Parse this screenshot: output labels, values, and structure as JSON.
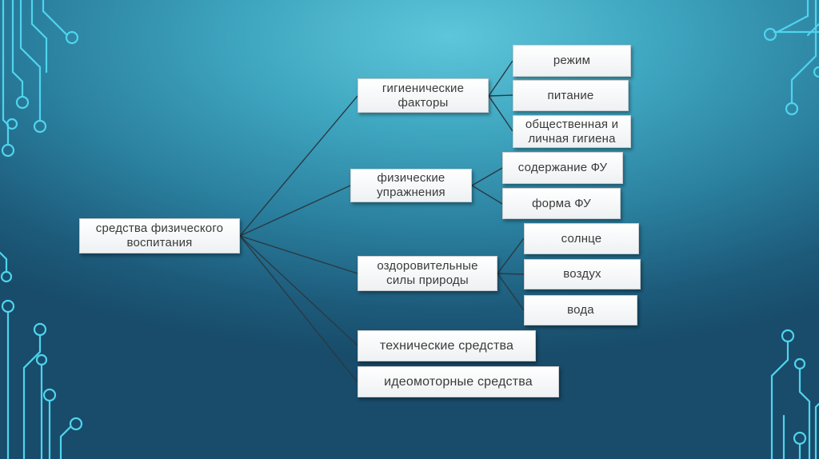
{
  "diagram": {
    "root": {
      "label": "средства физического\nвоспитания"
    },
    "branches": [
      {
        "label": "гигиенические\nфакторы",
        "children": [
          "режим",
          "питание",
          "общественная и\nличная гигиена"
        ]
      },
      {
        "label": "физические\nупражнения",
        "children": [
          "содержание ФУ",
          "форма ФУ"
        ]
      },
      {
        "label": "оздоровительные\nсилы природы",
        "children": [
          "солнце",
          "воздух",
          "вода"
        ]
      },
      {
        "label": "технические средства",
        "children": []
      },
      {
        "label": "идеомоторные средства",
        "children": []
      }
    ]
  },
  "colors": {
    "background_light": "#5ec6da",
    "background_dark": "#184c6a",
    "circuit_lines": "#4fd4ee",
    "connector_lines": "#2a3a44",
    "node_fill": "#ffffff",
    "node_text": "#3a3a3a"
  }
}
